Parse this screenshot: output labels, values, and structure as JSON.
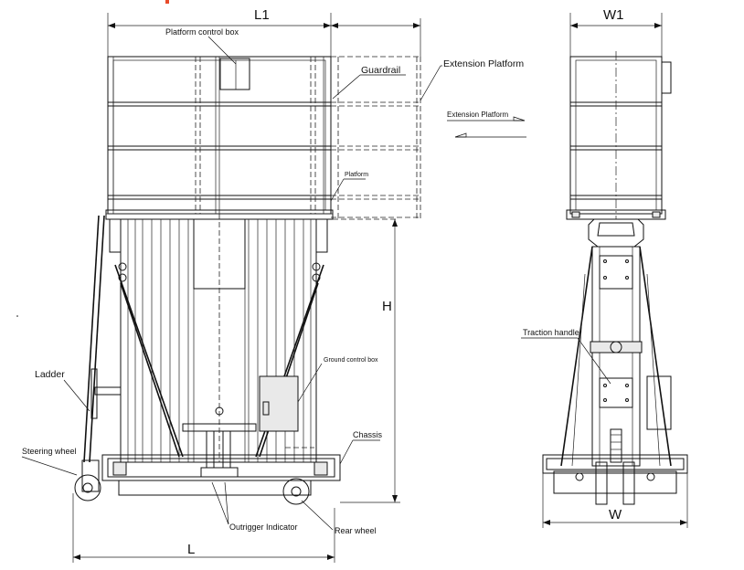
{
  "dimensions": {
    "l1": "L1",
    "w1": "W1",
    "h": "H",
    "l": "L",
    "w": "W"
  },
  "labels": {
    "platform_control_box": "Platform control box",
    "guardrail": "Guardrail",
    "extension_platform": "Extension Platform",
    "extension_platform_arrow": "Extension Platform",
    "platform": "Platform",
    "ground_control_box": "Ground control box",
    "traction_handle": "Traction handle",
    "ladder": "Ladder",
    "chassis": "Chassis",
    "steering_wheel": "Steering wheel",
    "outrigger_indicator": "Outrigger Indicator",
    "rear_wheel": "Rear wheel"
  },
  "colors": {
    "line": "#111111",
    "accent_mark": "#e84b2a"
  }
}
